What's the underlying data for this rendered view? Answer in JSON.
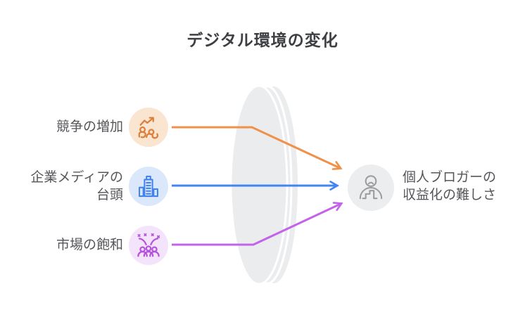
{
  "title": "デジタル環境の変化",
  "colors": {
    "background": "#FFFFFF",
    "title_text": "#3E3F43",
    "label_text": "#55565A",
    "lens_fill": "#EBECED",
    "orange_arrow": "#F0914A",
    "blue_arrow": "#4483F2",
    "purple_arrow": "#C263EA"
  },
  "causes": [
    {
      "label": "競争の増加",
      "icon": "competition-growth-icon",
      "icon_color": "#DC7F39",
      "circle_bg": "#FAE5D1",
      "arrow_color": "#F0914A"
    },
    {
      "label": "企業メディアの\n台頭",
      "icon": "corporate-buildings-icon",
      "icon_color": "#4182EF",
      "circle_bg": "#DBE8FB",
      "arrow_color": "#4483F2"
    },
    {
      "label": "市場の飽和",
      "icon": "market-saturation-crowd-icon",
      "icon_color": "#B553DC",
      "circle_bg": "#F4E4FB",
      "arrow_color": "#C263EA"
    }
  ],
  "effect": {
    "label": "個人ブロガーの\n収益化の難しさ",
    "icon": "sad-blogger-chart-icon",
    "icon_color": "#9B9DA1",
    "circle_bg": "#ECEDEE"
  }
}
